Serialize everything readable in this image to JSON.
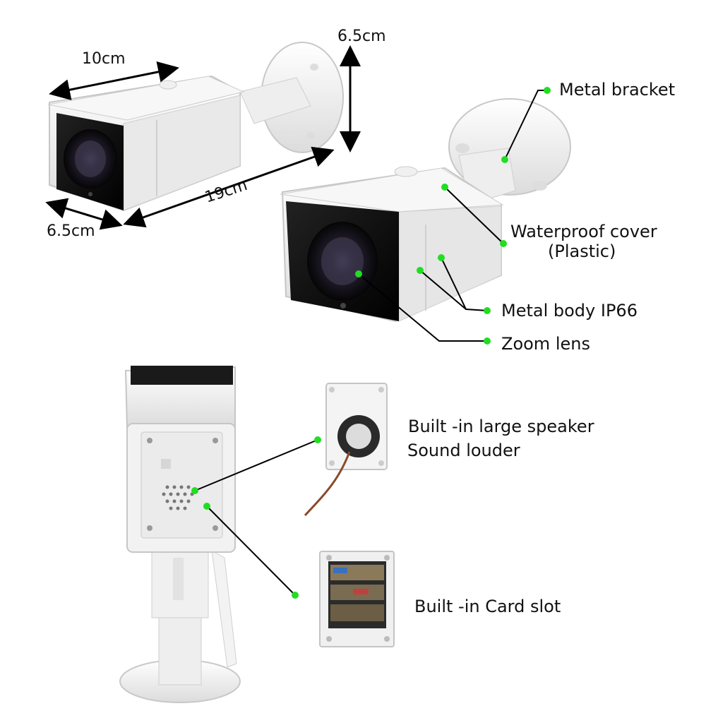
{
  "dimensions": {
    "length_top": "10cm",
    "height_top": "6.5cm",
    "width_left": "6.5cm",
    "length_total": "19cm"
  },
  "callouts": {
    "metal_bracket": "Metal bracket",
    "waterproof_cover": "Waterproof cover",
    "waterproof_cover_sub": "(Plastic)",
    "metal_body": "Metal body IP66",
    "zoom_lens": "Zoom lens",
    "speaker_line1": "Built -in large speaker",
    "speaker_line2": "Sound louder",
    "card_slot": "Built -in Card slot"
  },
  "colors": {
    "callout_dot": "#22dd22",
    "camera_body": "#f2f2f2",
    "lens": "#111111",
    "line": "#000000"
  }
}
